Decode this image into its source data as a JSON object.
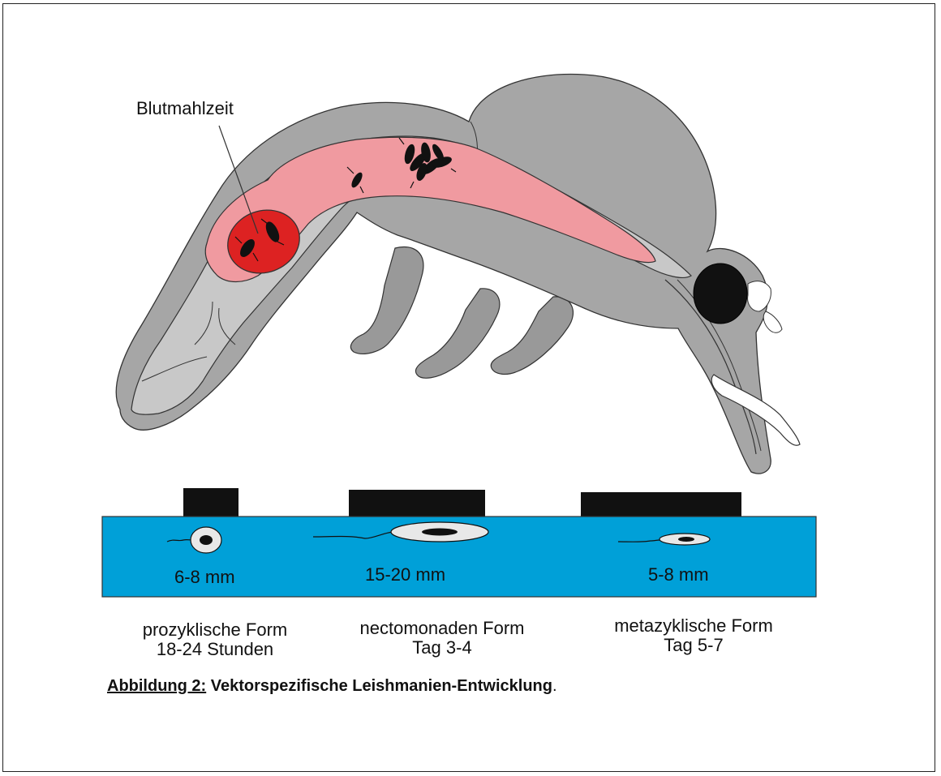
{
  "callout": {
    "label": "Blutmahlzeit"
  },
  "sizes": [
    {
      "text": "6-8 mm"
    },
    {
      "text": "15-20 mm"
    },
    {
      "text": "5-8 mm"
    }
  ],
  "stages": [
    {
      "name": "prozyklische Form",
      "time": "18-24 Stunden"
    },
    {
      "name": "nectomonaden Form",
      "time": "Tag 3-4"
    },
    {
      "name": "metazyklische Form",
      "time": "Tag 5-7"
    }
  ],
  "caption": {
    "label": "Abbildung 2:",
    "text": " Vektorspezifische Leishmanien-Entwicklung",
    "end": "."
  },
  "colors": {
    "body_dark": "#a6a6a6",
    "body_light": "#c8c8c8",
    "gut_pink": "#f09aa0",
    "blood_red": "#dd2222",
    "strip_blue": "#00a0d8",
    "scale_bar": "#111111",
    "cell": "#e8e8e8"
  }
}
